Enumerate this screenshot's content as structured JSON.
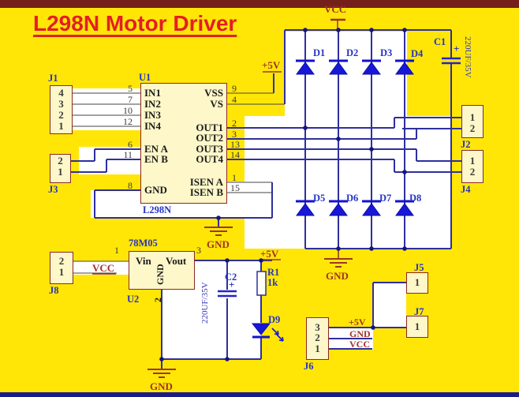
{
  "title": "L298N Motor Driver",
  "nets": {
    "vcc": "VCC",
    "gnd": "GND",
    "p5v": "+5V"
  },
  "ic": {
    "ref": "U1",
    "part": "L298N",
    "pins_left": [
      {
        "num": "5",
        "label": "IN1"
      },
      {
        "num": "7",
        "label": "IN2"
      },
      {
        "num": "10",
        "label": "IN3"
      },
      {
        "num": "12",
        "label": "IN4"
      },
      {
        "num": "6",
        "label": "EN A"
      },
      {
        "num": "11",
        "label": "EN B"
      },
      {
        "num": "8",
        "label": "GND"
      }
    ],
    "pins_right": [
      {
        "num": "9",
        "label": "VSS"
      },
      {
        "num": "4",
        "label": "VS"
      },
      {
        "num": "2",
        "label": "OUT1"
      },
      {
        "num": "3",
        "label": "OUT2"
      },
      {
        "num": "13",
        "label": "OUT3"
      },
      {
        "num": "14",
        "label": "OUT4"
      },
      {
        "num": "1",
        "label": "ISEN A"
      },
      {
        "num": "15",
        "label": "ISEN B"
      }
    ]
  },
  "regulator": {
    "ref": "U2",
    "part": "78M05",
    "vin": "Vin",
    "vout": "Vout",
    "gnd": "GND",
    "pin_in": "1",
    "pin_out": "3",
    "pin_gnd": "2"
  },
  "connectors": {
    "j1": {
      "ref": "J1",
      "pins": [
        "4",
        "3",
        "2",
        "1"
      ]
    },
    "j2": {
      "ref": "J2",
      "pins": [
        "1",
        "2"
      ]
    },
    "j3": {
      "ref": "J3",
      "pins": [
        "2",
        "1"
      ]
    },
    "j4": {
      "ref": "J4",
      "pins": [
        "1",
        "2"
      ]
    },
    "j5": {
      "ref": "J5",
      "pins": [
        "1"
      ]
    },
    "j6": {
      "ref": "J6",
      "pins": [
        "3",
        "2",
        "1"
      ]
    },
    "j7": {
      "ref": "J7",
      "pins": [
        "1"
      ]
    },
    "j8": {
      "ref": "J8",
      "pins": [
        "2",
        "1"
      ]
    }
  },
  "diodes": {
    "d1": "D1",
    "d2": "D2",
    "d3": "D3",
    "d4": "D4",
    "d5": "D5",
    "d6": "D6",
    "d7": "D7",
    "d8": "D8",
    "d9": "D9"
  },
  "capacitors": {
    "c1": {
      "ref": "C1",
      "value": "220UF/35V"
    },
    "c2": {
      "ref": "C2",
      "value": "220UF/35V"
    }
  },
  "resistor": {
    "ref": "R1",
    "value": "1k"
  },
  "plus": "+",
  "colors": {
    "background": "#ffe607",
    "wire": "#2f2f9e",
    "diode": "#1717d6",
    "net_label": "#a23326",
    "title": "#e41e25",
    "component_fill": "#fdf7c9",
    "component_border": "#8c2822"
  }
}
